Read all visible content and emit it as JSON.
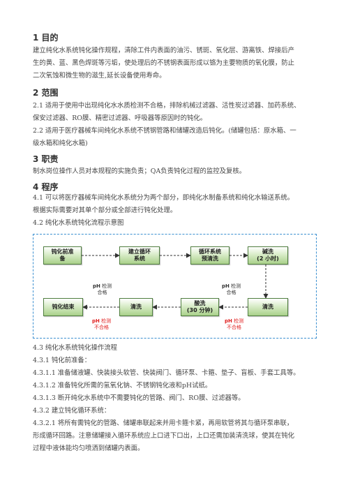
{
  "sections": {
    "s1": {
      "heading": "1 目的",
      "lines": [
        "建立纯化水系统钝化操作规程，清除工件内表面的油污、锈斑、氧化层、游离铁、焊接后产",
        "生的黄、蓝、黑色焊斑等污垢，使处理后的不锈钢表面形成以铬为主要物质的氧化膜，防止",
        "二次氧蚀和微生物的滋生,延长设备使用寿命。"
      ]
    },
    "s2": {
      "heading": "2 范围",
      "lines": [
        "2.1 适用于使用中出现纯化水水质检测不合格，排除机械过滤器、活性炭过滤器、加药系统、",
        "保安过滤器、RO膜、精密过滤器、呼吸器等原因时的钝化。",
        "2.2 适用于医疗器械车间纯化水系统不锈钢管路和储罐改造后钝化。(储罐包括：原水箱、一",
        "级水箱和纯化水箱)"
      ]
    },
    "s3": {
      "heading": "3 职责",
      "lines": [
        "制水岗位操作人员对本规程的实施负责；QA负责钝化过程的监控及复核。"
      ]
    },
    "s4": {
      "heading": "4 程序",
      "lines": [
        "4.1 可以将医疗器械车间纯化水系统分为两个部分，即纯化水制备系统和纯化水输送系统。",
        "根据实际需要对其单个部分或全部进行钝化处理。",
        "4.2 纯化水系统钝化流程示意图"
      ]
    },
    "s5": {
      "lines": [
        "4.3 纯化水系统钝化操作流程",
        "4.3.1 钝化前准备：",
        "4.3.1.1 准备储液罐、快装接头软管、快装阀门、循环泵、卡箍、垫子、盲板、手套工具等。",
        "4.3.1.2 准备钝化所需的氢氧化钠、不锈钢钝化液和pH试纸。",
        "4.3.1.3 断开纯化水系统中不需要钝化的管路、阀门、RO膜、过滤器等。",
        "4.3.2 建立钝化循环系统：",
        "4.3.2.1 将所有需钝化的管路、储罐串联起来并用卡箍卡紧，再用软管将其与循环泵串联，",
        "形成循环回路。注意储罐接入循环系统应上口进下口出，上口还需加装清洗球，使其在钝化",
        "过程中液体能均匀喷洒到储罐内表面。"
      ]
    }
  },
  "flowchart": {
    "nodes": {
      "prep": [
        "钝化前准",
        "备"
      ],
      "build": [
        "建立循环",
        "系统"
      ],
      "precirc": [
        "循环系统",
        "预清洗"
      ],
      "alkali": [
        "碱洗",
        "(2 小时)"
      ],
      "end": [
        "钝化结束"
      ],
      "rinse1": [
        "清洗"
      ],
      "acid": [
        "酸洗",
        "(30 分钟)"
      ],
      "rinse2": [
        "清洗"
      ]
    },
    "notes": {
      "ok_left": {
        "ph": "pH",
        "text": "检测",
        "result": "合格"
      },
      "ok_right": {
        "ph": "pH",
        "text": "检测",
        "result": "合格"
      },
      "bad_left": {
        "ph": "pH",
        "text": "检测",
        "result": "不合格"
      },
      "bad_right": {
        "ph": "pH",
        "text": "检测",
        "result": "不合格"
      }
    },
    "colors": {
      "border": "#3a8fd0",
      "node_fill": "#a9d08a",
      "fail_text": "#e02020"
    }
  }
}
